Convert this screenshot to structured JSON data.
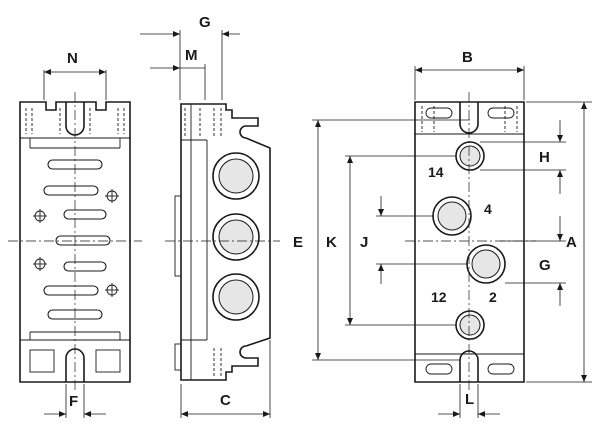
{
  "dimension_labels": {
    "N": "N",
    "F": "F",
    "G_top": "G",
    "M": "M",
    "C": "C",
    "B": "B",
    "L": "L",
    "E": "E",
    "K": "K",
    "J": "J",
    "H": "H",
    "G_right": "G",
    "A": "A"
  },
  "port_labels": {
    "p14": "14",
    "p4": "4",
    "p12": "12",
    "p2": "2"
  }
}
